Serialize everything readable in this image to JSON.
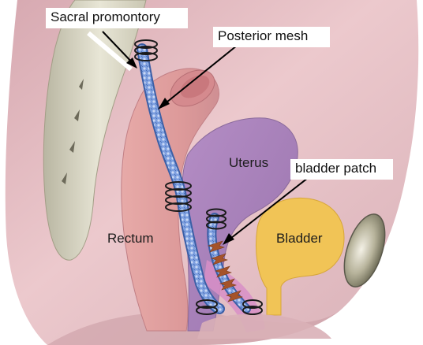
{
  "callouts": {
    "sacral_promontory": "Sacral promontory",
    "posterior_mesh": "Posterior mesh",
    "bladder_patch": "bladder patch"
  },
  "organs": {
    "uterus": "Uterus",
    "rectum": "Rectum",
    "bladder": "Bladder"
  },
  "colors": {
    "pelvis_background": "#e3bdc3",
    "sacrum": "#d9d6c6",
    "rectum": "#e0a0a0",
    "uterus": "#ab82bc",
    "bladder": "#f1c456",
    "mesh": "#6f93d6",
    "sutures": "#1a1a1a",
    "patch": "#a5532a"
  }
}
